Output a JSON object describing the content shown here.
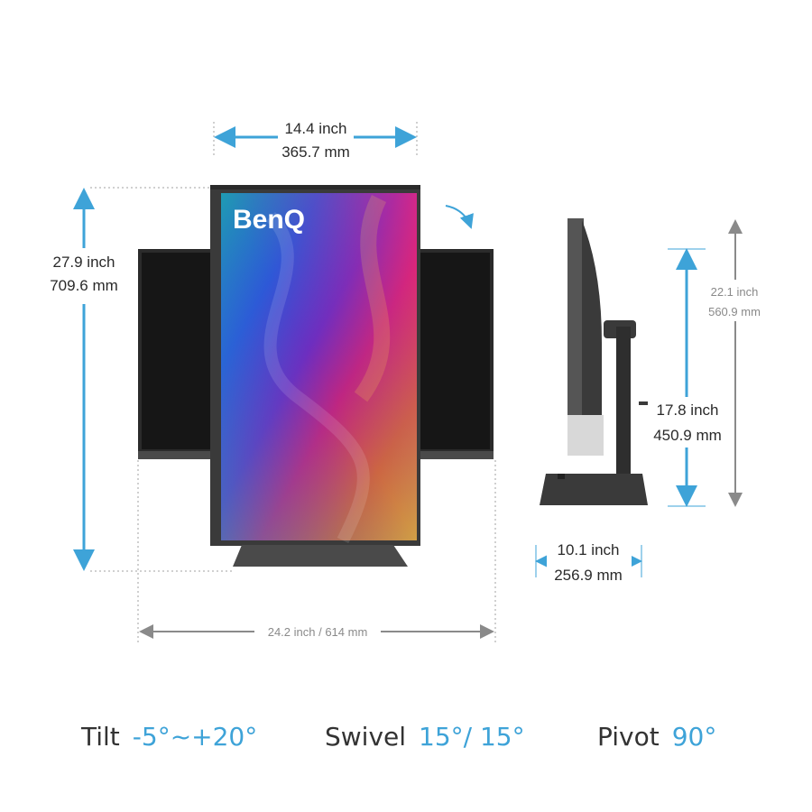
{
  "brand": "BenQ",
  "colors": {
    "accent": "#3ea3d8",
    "grey_line": "#8a8a8a",
    "bezel": "#3a3a3a"
  },
  "dimensions": {
    "top_width": {
      "inch": "14.4 inch",
      "mm": "365.7 mm"
    },
    "left_height": {
      "inch": "27.9 inch",
      "mm": "709.6 mm"
    },
    "bottom_width": "24.2 inch / 614 mm",
    "side_max_height": {
      "inch": "22.1 inch",
      "mm": "560.9 mm"
    },
    "side_min_height": {
      "inch": "17.8 inch",
      "mm": "450.9 mm"
    },
    "side_depth": {
      "inch": "10.1 inch",
      "mm": "256.9 mm"
    }
  },
  "specs": [
    {
      "label": "Tilt",
      "value": "-5°~+20°"
    },
    {
      "label": "Swivel",
      "value": "15°/ 15°"
    },
    {
      "label": "Pivot",
      "value": "90°"
    }
  ]
}
